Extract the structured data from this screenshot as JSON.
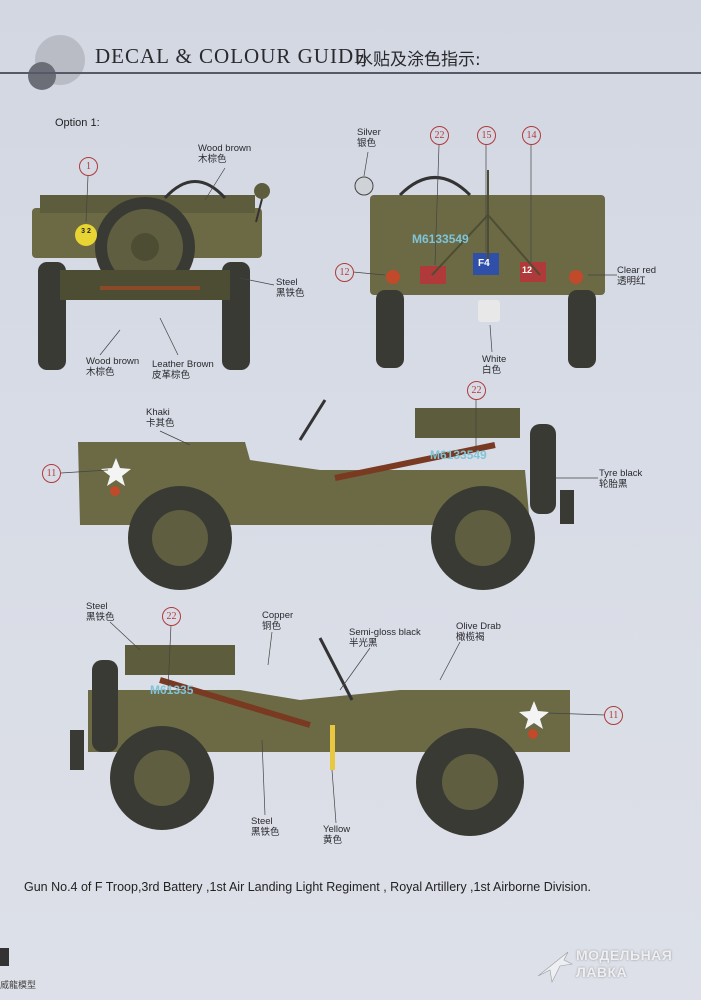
{
  "header": {
    "title": "DECAL & COLOUR GUIDE",
    "title_cn": "水贴及涂色指示:"
  },
  "option_label": "Option 1:",
  "labels": {
    "wood_brown_top": {
      "en": "Wood brown",
      "cn": "木棕色"
    },
    "wood_brown_bottom": {
      "en": "Wood brown",
      "cn": "木棕色"
    },
    "steel_rear": {
      "en": "Steel",
      "cn": "黑铁色"
    },
    "leather_brown": {
      "en": "Leather Brown",
      "cn": "皮革棕色"
    },
    "silver": {
      "en": "Silver",
      "cn": "银色"
    },
    "clear_red": {
      "en": "Clear red",
      "cn": "透明红"
    },
    "white": {
      "en": "White",
      "cn": "白色"
    },
    "khaki": {
      "en": "Khaki",
      "cn": "卡其色"
    },
    "tyre_black": {
      "en": "Tyre black",
      "cn": "轮胎黑"
    },
    "steel_left": {
      "en": "Steel",
      "cn": "黑铁色"
    },
    "copper": {
      "en": "Copper",
      "cn": "铜色"
    },
    "semi_gloss": {
      "en": "Semi-gloss black",
      "cn": "半光黑"
    },
    "olive_drab": {
      "en": "Olive Drab",
      "cn": "橄榄褐"
    },
    "steel_bottom": {
      "en": "Steel",
      "cn": "黑铁色"
    },
    "yellow": {
      "en": "Yellow",
      "cn": "黄色"
    }
  },
  "decal_numbers": {
    "rear_left": "1",
    "front_22": "22",
    "front_15": "15",
    "front_14": "14",
    "front_12": "12",
    "side1_22": "22",
    "side1_11": "11",
    "side2_22": "22",
    "side2_11": "11"
  },
  "vehicle_markings": {
    "front_serial": "M6133549",
    "side1_serial": "M6133549",
    "side2_serial": "M61335",
    "f4_plate": "F4",
    "bridge_plate": "3 2",
    "red_plate": "12"
  },
  "caption": "Gun No.4 of F Troop,3rd Battery ,1st  Air Landing Light Regiment , Royal Artillery ,1st Airborne Division.",
  "footer": {
    "cn": "威龍模型"
  },
  "watermark": {
    "line1": "МОДЕЛЬНАЯ",
    "line2": "ЛАВКА"
  },
  "colors": {
    "olive_drab": "#6b6a45",
    "olive_dark": "#4d4d33",
    "tyre": "#3a3a34",
    "badge_red": "#b03a3a",
    "serial_blue": "#7fc4d8"
  }
}
